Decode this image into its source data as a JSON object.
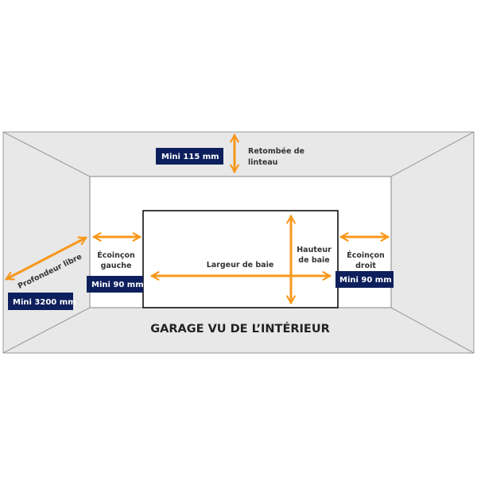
{
  "title": "GARAGE VU DE L’INTÉRIEUR",
  "lintel": {
    "label_line1": "Retombée de",
    "label_line2": "linteau",
    "min": "Mini 115 mm"
  },
  "left_pier": {
    "label_line1": "Écoinçon",
    "label_line2": "gauche",
    "min": "Mini 90 mm"
  },
  "right_pier": {
    "label_line1": "Écoinçon",
    "label_line2": "droit",
    "min": "Mini 90 mm"
  },
  "depth": {
    "label": "Profondeur libre",
    "min": "Mini 3200 mm"
  },
  "width": {
    "label": "Largeur de baie"
  },
  "height": {
    "label_line1": "Hauteur",
    "label_line2": "de baie"
  },
  "colors": {
    "arrow": "#f7981d",
    "badge": "#0d1f5c",
    "wall": "#e8e8e8",
    "line": "#9a9a9a"
  }
}
